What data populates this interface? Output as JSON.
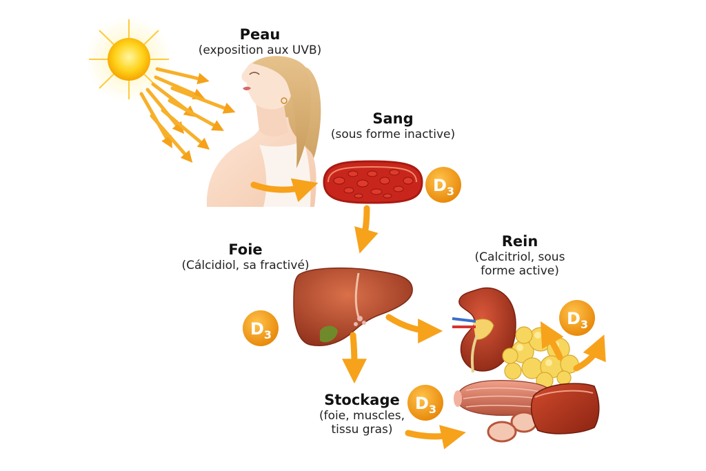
{
  "labels": {
    "peau": {
      "title": "Peau",
      "sub": "(exposition aux UVB)"
    },
    "sang": {
      "title": "Sang",
      "sub": "(sous forme inactive)"
    },
    "foie": {
      "title": "Foie",
      "sub": "(Cálcidiol, sa fractivé)"
    },
    "rein": {
      "title": "Rein",
      "sub1": "(Calcitriol, sous",
      "sub2": "forme active)"
    },
    "stockage": {
      "title": "Stockage",
      "sub1": "(foie, muscles,",
      "sub2": "tissu gras)"
    }
  },
  "badge": {
    "letter": "D",
    "sub": "3"
  },
  "colors": {
    "arrow": "#f7a21b",
    "badge": "#f29a14",
    "sun": "#ffd21a",
    "blood": "#c8261c",
    "liver": "#b8482a",
    "kidney": "#b33a22",
    "fat": "#f6d45a"
  },
  "icons": [
    "sun-icon",
    "woman-icon",
    "blood-vessel-icon",
    "liver-icon",
    "kidney-icon",
    "fat-tissue-icon",
    "muscle-icon",
    "meat-icon"
  ]
}
